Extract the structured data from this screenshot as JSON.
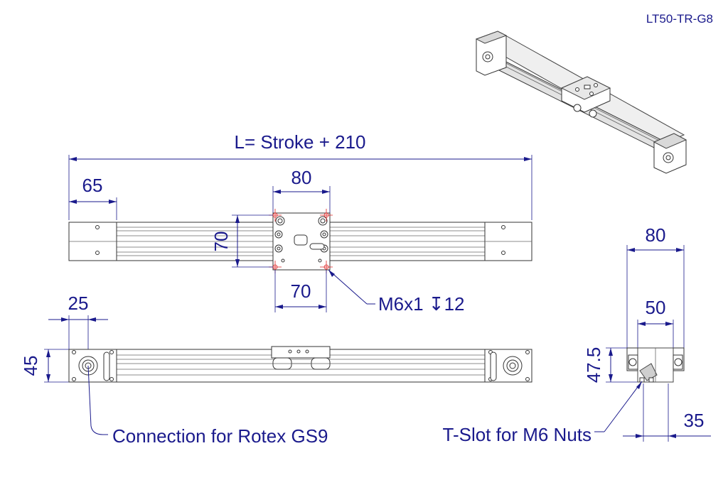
{
  "product_code": "LT50-TR-G8",
  "dimensions": {
    "length": "L= Stroke + 210",
    "end_block": "65",
    "carriage_width": "80",
    "carriage_height": "70",
    "hole_spacing": "70",
    "side_offset": "25",
    "side_height": "45",
    "end_width": "80",
    "rail_width": "50",
    "end_height": "47.5",
    "slot_offset": "35"
  },
  "callouts": {
    "thread": "M6x1 ↧12",
    "coupling": "Connection for Rotex GS9",
    "tslot": "T-Slot for M6 Nuts"
  },
  "colors": {
    "dimension": "#1a1a8c",
    "part_outline": "#333333",
    "centerline": "#dd2222"
  }
}
